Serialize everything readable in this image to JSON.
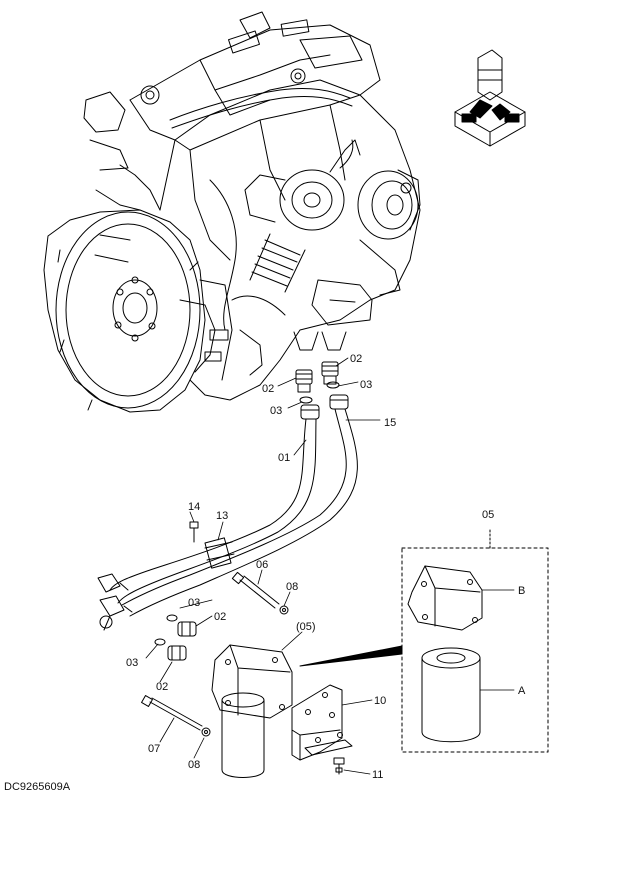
{
  "drawing_code": "DC9265609A",
  "callouts": {
    "c01": "01",
    "c02a": "02",
    "c02b": "02",
    "c02c": "02",
    "c02d": "02",
    "c03a": "03",
    "c03b": "03",
    "c03c": "03",
    "c03d": "03",
    "c05": "05",
    "c05p": "(05)",
    "c06": "06",
    "c07": "07",
    "c08a": "08",
    "c08b": "08",
    "c10": "10",
    "c11": "11",
    "c13": "13",
    "c14": "14",
    "c15": "15",
    "cA": "A",
    "cB": "B"
  }
}
